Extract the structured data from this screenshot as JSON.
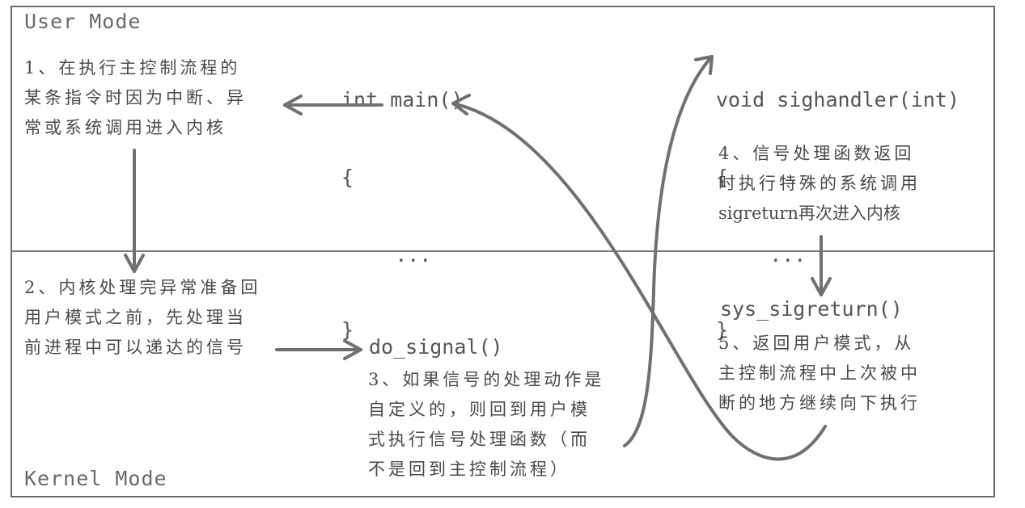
{
  "modes": {
    "user": "User Mode",
    "kernel": "Kernel Mode"
  },
  "code": {
    "main_lines": [
      "int main()",
      "{",
      "    ...",
      "}"
    ],
    "handler_lines": [
      "void sighandler(int)",
      "{",
      "    ...",
      "}"
    ],
    "do_signal": "do_signal()",
    "sys_sigreturn": "sys_sigreturn()"
  },
  "notes": {
    "step1": [
      "1、在执行主控制流程的",
      "某条指令时因为中断、异",
      "常或系统调用进入内核"
    ],
    "step2": [
      "2、内核处理完异常准备回",
      "用户模式之前，先处理当",
      "前进程中可以递达的信号"
    ],
    "step3": [
      "3、如果信号的处理动作是",
      "自定义的，则回到用户模",
      "式执行信号处理函数（而",
      "不是回到主控制流程）"
    ],
    "step4": [
      "4、信号处理函数返回",
      "时执行特殊的系统调用",
      "sigreturn再次进入内核"
    ],
    "step5": [
      "5、返回用户模式，从",
      "主控制流程中上次被中",
      "断的地方继续向下执行"
    ]
  },
  "colors": {
    "frame": "#6b6b6b",
    "arrow": "#707070",
    "text": "#4a4a4a"
  }
}
